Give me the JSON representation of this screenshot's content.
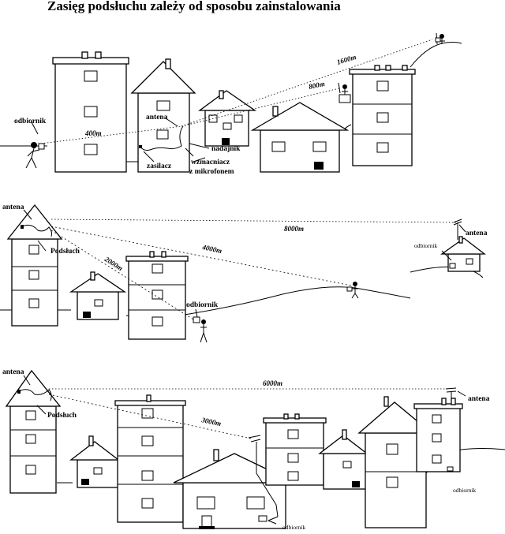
{
  "title": "Zasięg podsłuchu zależy od sposobu zainstalowania",
  "panel1": {
    "odbiornik": "odbiornik",
    "antena": "antena",
    "nadajnik": "nadajnik",
    "zasilacz": "zasilacz",
    "wzmacniacz_line1": "wzmacniacz",
    "wzmacniacz_line2": "z mikrofonem",
    "dist_400": "400m",
    "dist_800": "800m",
    "dist_1600": "1600m"
  },
  "panel2": {
    "antena_left": "antena",
    "podsluch": "Podsłuch",
    "dist_2000": "2000m",
    "dist_4000": "4000m",
    "dist_8000": "8000m",
    "odbiornik_mid": "odbiornik",
    "odbiornik_right": "odbiornik",
    "antena_right": "antena"
  },
  "panel3": {
    "antena_left": "antena",
    "podsluch": "Podsłuch",
    "dist_3000": "3000m",
    "dist_6000": "6000m",
    "odbiornik_mid": "odbiornik",
    "odbiornik_right": "odbiornik",
    "antena_right": "antena"
  }
}
